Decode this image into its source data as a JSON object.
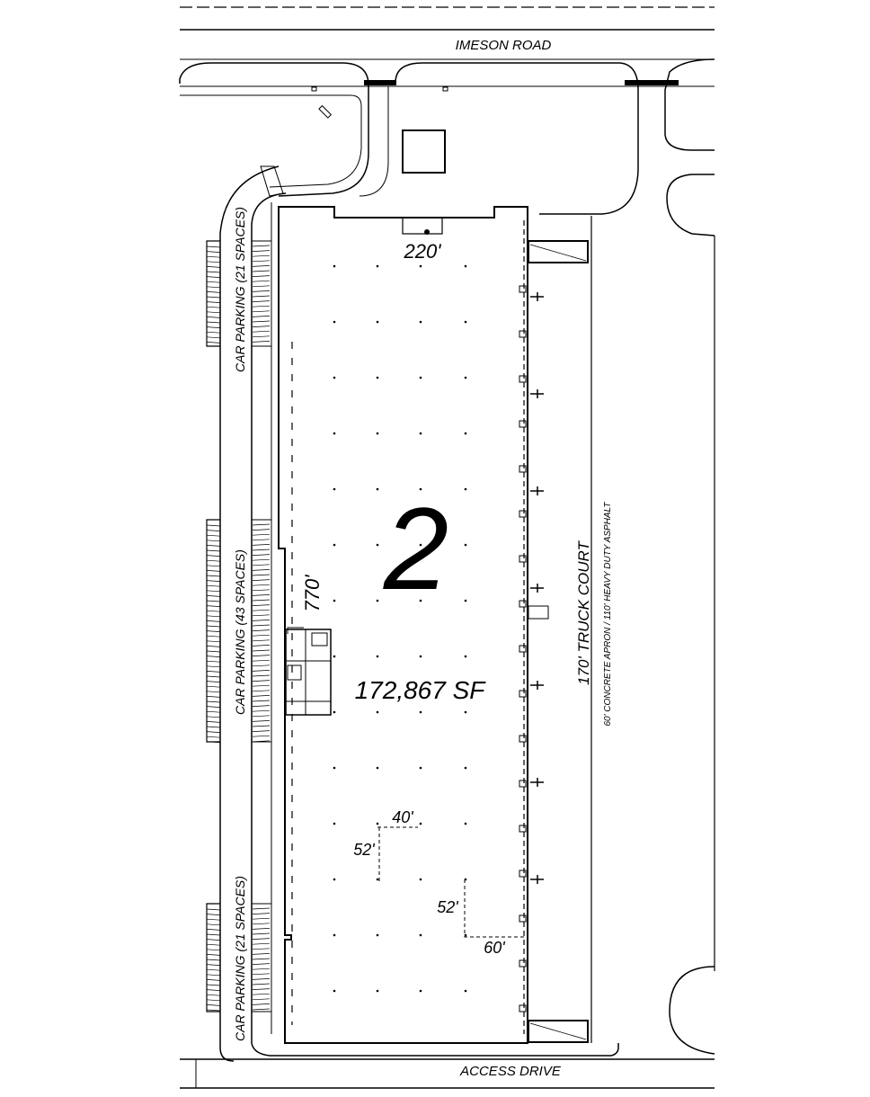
{
  "labels": {
    "road_top": "IMESON ROAD",
    "road_bottom": "ACCESS DRIVE",
    "building_number": "2",
    "building_area": "172,867 SF",
    "width_dim": "220'",
    "length_dim": "770'",
    "parking_north": "CAR PARKING (21 SPACES)",
    "parking_middle": "CAR PARKING (43 SPACES)",
    "parking_south": "CAR PARKING (21 SPACES)",
    "truck_court": "170' TRUCK COURT",
    "truck_court_note": "60' CONCRETE APRON / 110' HEAVY DUTY ASPHALT",
    "bay_w1": "40'",
    "bay_h1": "52'",
    "bay_h2": "52'",
    "bay_w2": "60'"
  },
  "colors": {
    "line": "#000000",
    "background": "#ffffff"
  }
}
